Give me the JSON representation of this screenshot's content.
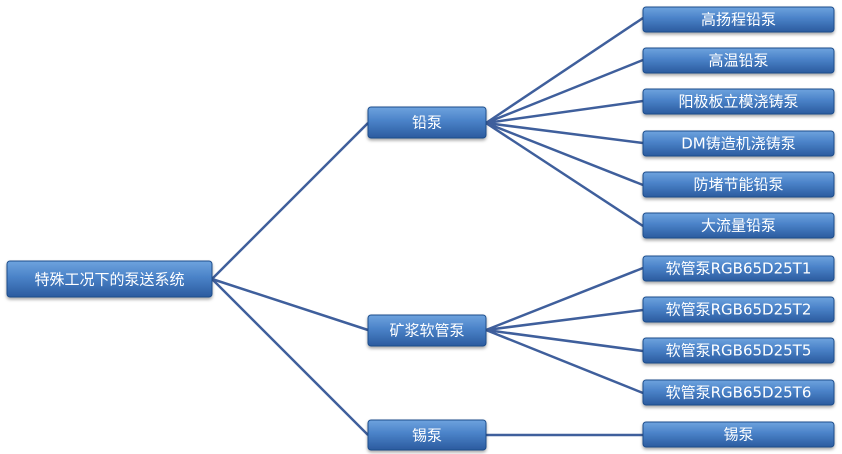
{
  "diagram": {
    "root": "特殊工况下的泵送系统",
    "branches": [
      {
        "label": "铅泵",
        "children": [
          "高扬程铅泵",
          "高温铅泵",
          "阳极板立模浇铸泵",
          "DM铸造机浇铸泵",
          "防堵节能铅泵",
          "大流量铅泵"
        ]
      },
      {
        "label": "矿浆软管泵",
        "children": [
          "软管泵RGB65D25T1",
          "软管泵RGB65D25T2",
          "软管泵RGB65D25T5",
          "软管泵RGB65D25T6"
        ]
      },
      {
        "label": "锡泵",
        "children": [
          "锡泵"
        ]
      }
    ]
  },
  "colors": {
    "box_top": "#5b93d3",
    "box_bottom": "#2e60a6",
    "box_border": "#1f4e8c",
    "line": "#3f5f9c",
    "text": "#ffffff"
  }
}
